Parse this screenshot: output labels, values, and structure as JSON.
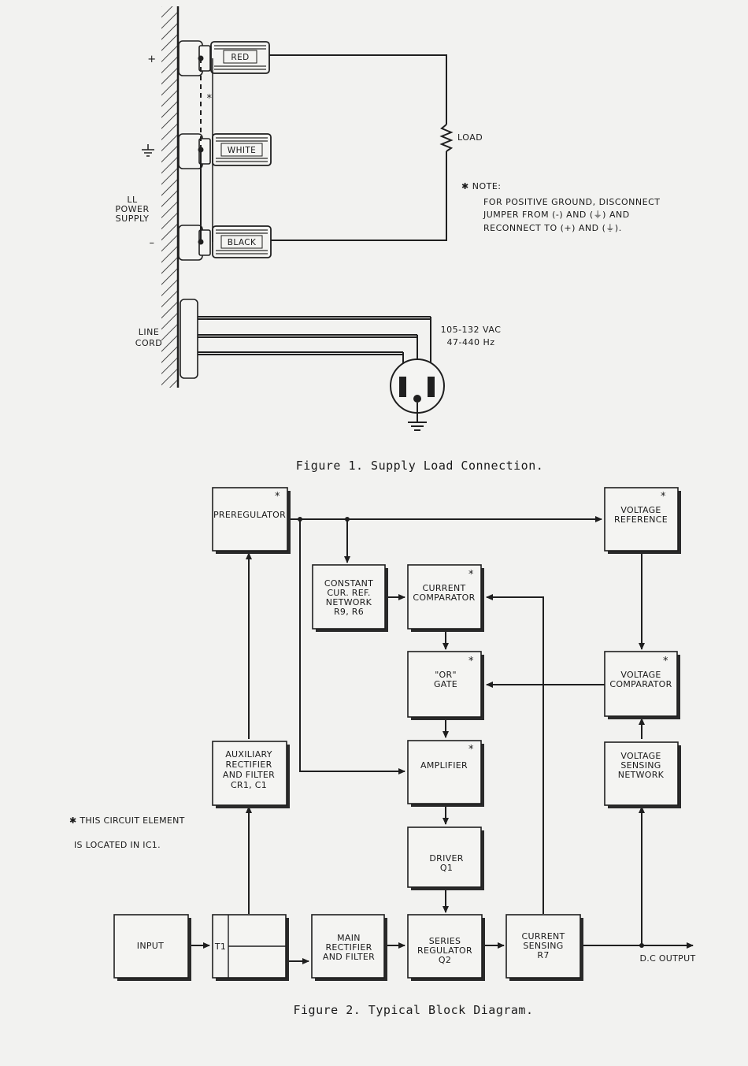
{
  "figure1": {
    "terminal_plus": "+",
    "terminal_minus": "–",
    "jumper_star": "*",
    "post_red": "RED",
    "post_white": "WHITE",
    "post_black": "BLACK",
    "load": "LOAD",
    "supply_label": [
      "LL",
      "POWER",
      "SUPPLY"
    ],
    "line_cord": [
      "LINE",
      "CORD"
    ],
    "ac_rating": [
      "105-132 VAC",
      "47-440 Hz"
    ],
    "note_title": "✱ NOTE:",
    "note_lines": [
      "FOR POSITIVE GROUND, DISCONNECT",
      "JUMPER FROM (-) AND (⏚) AND",
      "RECONNECT TO (+) AND (⏚)."
    ],
    "caption": "Figure  1.   Supply Load Connection."
  },
  "figure2": {
    "blocks": {
      "preregulator": [
        "PREREGULATOR"
      ],
      "voltage_reference": [
        "VOLTAGE",
        "REFERENCE"
      ],
      "constant_current_ref": [
        "CONSTANT",
        "CUR. REF.",
        "NETWORK",
        "R9, R6"
      ],
      "current_comparator": [
        "CURRENT",
        "COMPARATOR"
      ],
      "or_gate": [
        "\"OR\"",
        "GATE"
      ],
      "voltage_comparator": [
        "VOLTAGE",
        "COMPARATOR"
      ],
      "auxiliary_rectifier": [
        "AUXILIARY",
        "RECTIFIER",
        "AND FILTER",
        "CR1, C1"
      ],
      "amplifier": [
        "AMPLIFIER"
      ],
      "voltage_sensing": [
        "VOLTAGE",
        "SENSING",
        "NETWORK"
      ],
      "driver": [
        "DRIVER",
        "Q1"
      ],
      "input": [
        "INPUT"
      ],
      "transformer": [
        "T1"
      ],
      "main_rectifier": [
        "MAIN",
        "RECTIFIER",
        "AND FILTER"
      ],
      "series_regulator": [
        "SERIES",
        "REGULATOR",
        "Q2"
      ],
      "current_sensing": [
        "CURRENT",
        "SENSING",
        "R7"
      ]
    },
    "ic_marker": "*",
    "output_label": "D.C OUTPUT",
    "note_lines": [
      "✱ THIS CIRCUIT ELEMENT",
      "IS LOCATED IN IC1."
    ],
    "caption": "Figure  2.   Typical Block Diagram."
  }
}
